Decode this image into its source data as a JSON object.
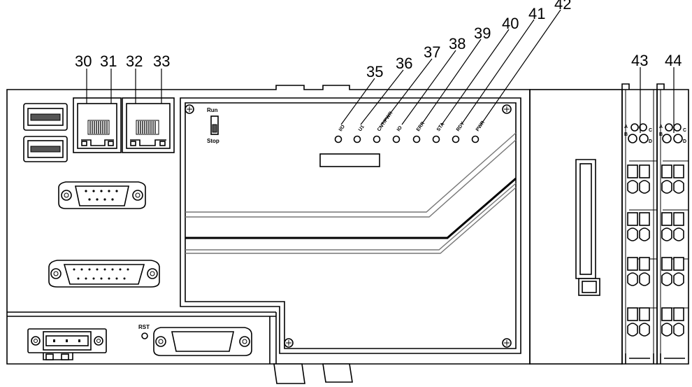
{
  "callouts": [
    "30",
    "31",
    "32",
    "33",
    "35",
    "36",
    "37",
    "38",
    "39",
    "40",
    "41",
    "42",
    "43",
    "44"
  ],
  "led_labels": [
    "I/O",
    "U1",
    "CNT/PWR",
    "IO",
    "ERR",
    "STA",
    "RDY",
    "PWR"
  ],
  "switch": {
    "top": "Run",
    "bottom": "Stop"
  },
  "reset_label": "RST",
  "terminal_labels": {
    "left_top": "A",
    "left_mid": "B",
    "right_top": "C",
    "right_bottom": "D"
  }
}
